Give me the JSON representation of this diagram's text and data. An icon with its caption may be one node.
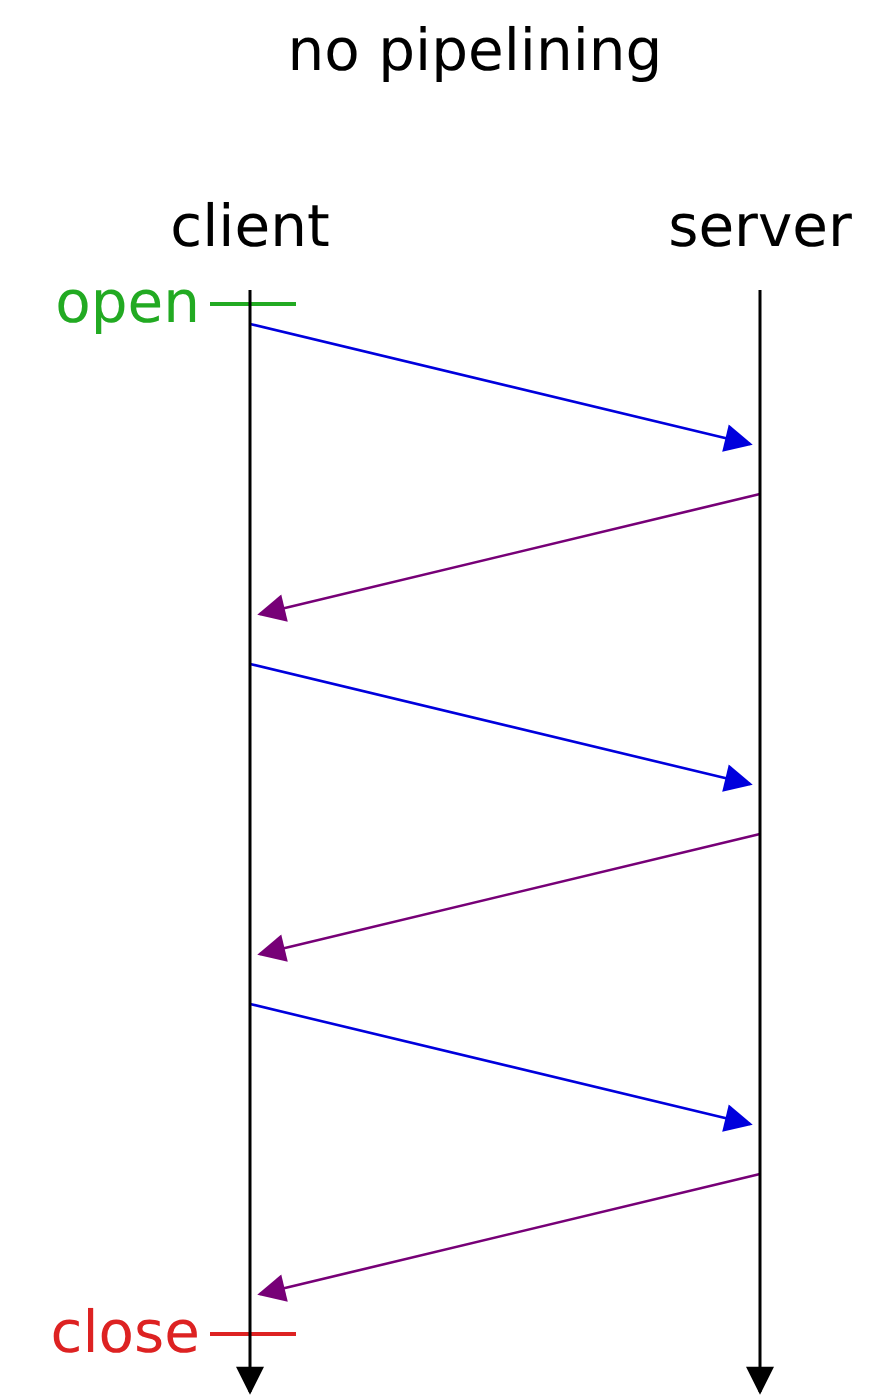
{
  "diagram": {
    "title": "no pipelining",
    "nodes": [
      {
        "text": [
          "client"
        ]
      },
      {
        "text": [
          "server"
        ]
      }
    ],
    "edges": [
      {
        "from": 0,
        "to": 1,
        "arrow": "to",
        "color": "#0000dd"
      },
      {
        "from": 1,
        "to": 0,
        "arrow": "to",
        "color": "#770077"
      },
      {
        "from": 0,
        "to": 1,
        "arrow": "to",
        "color": "#0000dd"
      },
      {
        "from": 1,
        "to": 0,
        "arrow": "to",
        "color": "#770077"
      },
      {
        "from": 0,
        "to": 1,
        "arrow": "to",
        "color": "#0000dd"
      },
      {
        "from": 1,
        "to": 0,
        "arrow": "to",
        "color": "#770077"
      }
    ],
    "labels": [
      "open",
      "close"
    ]
  }
}
